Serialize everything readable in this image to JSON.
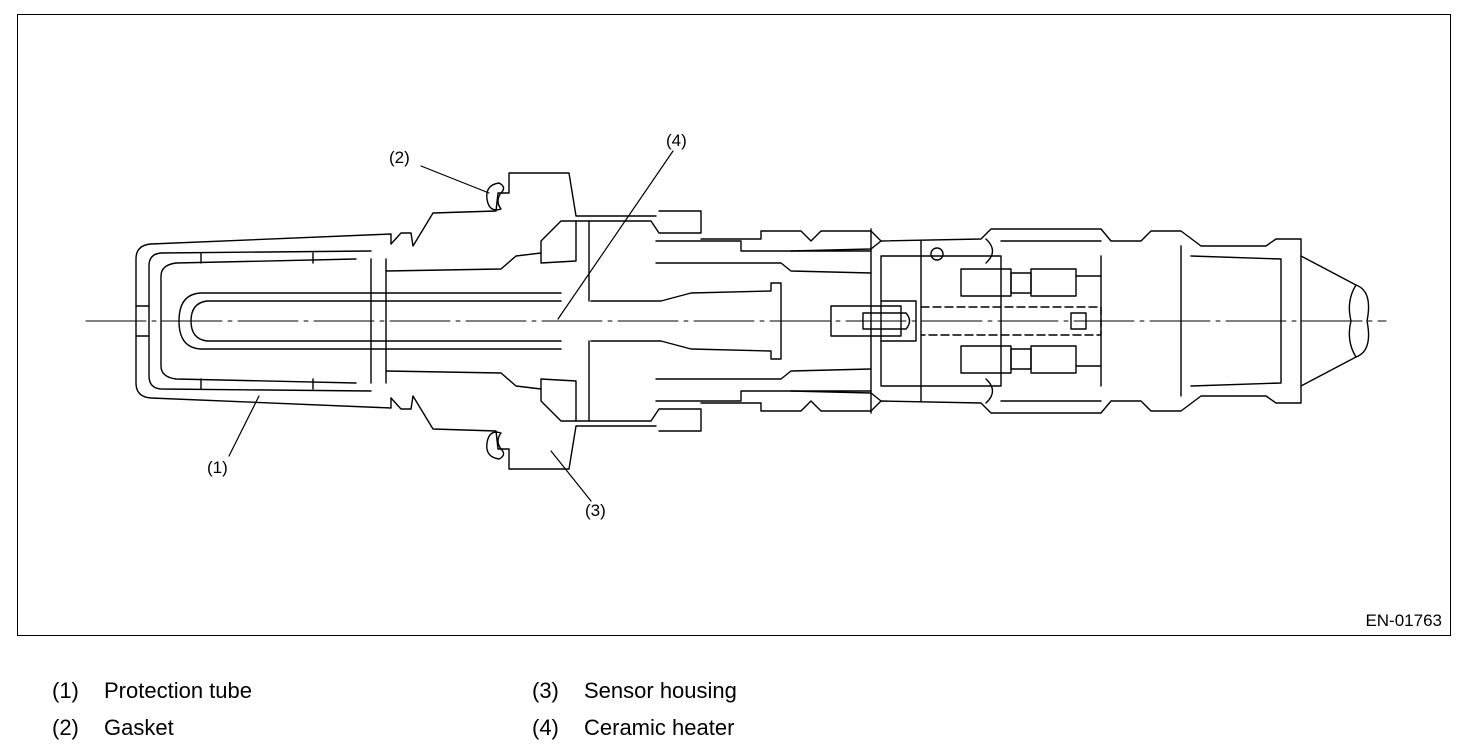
{
  "figure": {
    "id": "EN-01763",
    "callouts": [
      {
        "num": "(1)"
      },
      {
        "num": "(2)"
      },
      {
        "num": "(3)"
      },
      {
        "num": "(4)"
      }
    ]
  },
  "legend": [
    {
      "num": "(1)",
      "label": "Protection tube"
    },
    {
      "num": "(2)",
      "label": "Gasket"
    },
    {
      "num": "(3)",
      "label": "Sensor housing"
    },
    {
      "num": "(4)",
      "label": "Ceramic heater"
    }
  ]
}
